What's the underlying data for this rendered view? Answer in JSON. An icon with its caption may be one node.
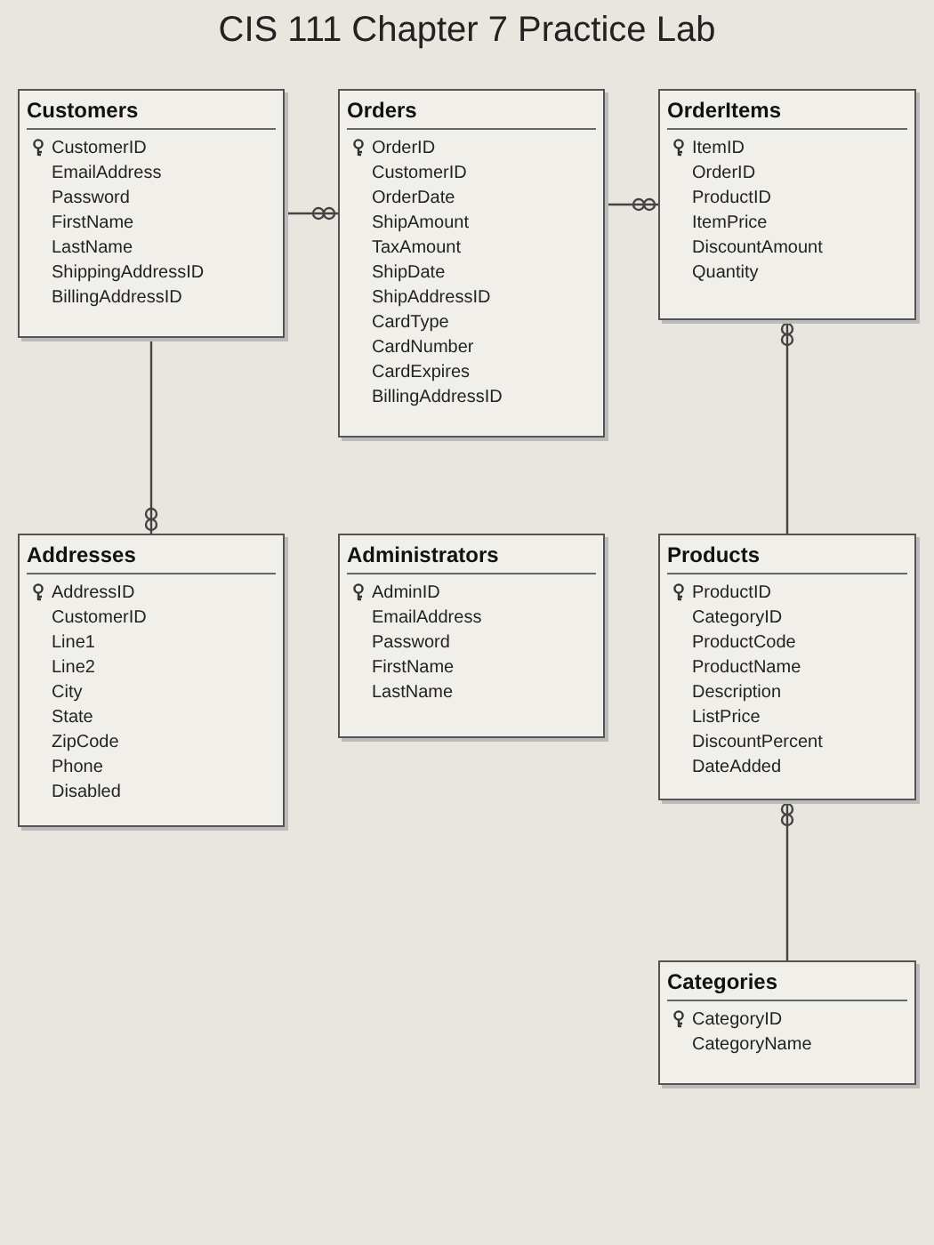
{
  "diagram": {
    "title": "CIS 111 Chapter 7 Practice Lab",
    "nodes": [
      {
        "text": [
          "Customers",
          "CustomerID",
          "EmailAddress",
          "Password",
          "FirstName",
          "LastName",
          "ShippingAddressID",
          "BillingAddressID"
        ]
      },
      {
        "text": [
          "Orders",
          "OrderID",
          "CustomerID",
          "OrderDate",
          "ShipAmount",
          "TaxAmount",
          "ShipDate",
          "ShipAddressID",
          "CardType",
          "CardNumber",
          "CardExpires",
          "BillingAddressID"
        ]
      },
      {
        "text": [
          "OrderItems",
          "ItemID",
          "OrderID",
          "ProductID",
          "ItemPrice",
          "DiscountAmount",
          "Quantity"
        ]
      },
      {
        "text": [
          "Addresses",
          "AddressID",
          "CustomerID",
          "Line1",
          "Line2",
          "City",
          "State",
          "ZipCode",
          "Phone",
          "Disabled"
        ]
      },
      {
        "text": [
          "Administrators",
          "AdminID",
          "EmailAddress",
          "Password",
          "FirstName",
          "LastName"
        ]
      },
      {
        "text": [
          "Products",
          "ProductID",
          "CategoryID",
          "ProductCode",
          "ProductName",
          "Description",
          "ListPrice",
          "DiscountPercent",
          "DateAdded"
        ]
      },
      {
        "text": [
          "Categories",
          "CategoryID",
          "CategoryName"
        ]
      }
    ],
    "edges": [
      {
        "from": 0,
        "to": 1,
        "arrow": "other"
      },
      {
        "from": 0,
        "to": 3,
        "arrow": "other"
      },
      {
        "from": 1,
        "to": 2,
        "arrow": "other"
      },
      {
        "from": 5,
        "to": 2,
        "arrow": "other"
      },
      {
        "from": 6,
        "to": 5,
        "arrow": "other"
      }
    ]
  }
}
